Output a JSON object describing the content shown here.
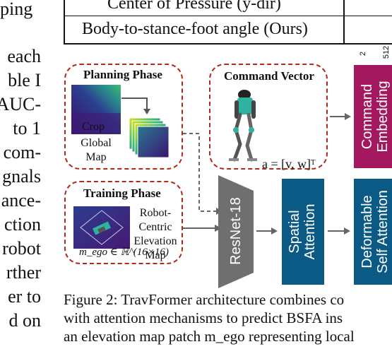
{
  "left_column_fragments": [
    "ping",
    "each",
    "ble I",
    "AUC-",
    "to 1",
    "com-",
    "gnals",
    "ance-",
    "ction",
    "robot",
    "rther",
    "er to",
    "d on"
  ],
  "table": {
    "rows": [
      "Center of Pressure (y-dir)",
      "Body-to-stance-foot angle (Ours)"
    ]
  },
  "figure": {
    "planning_phase": {
      "title": "Planning Phase",
      "crop_label": "Crop",
      "global_map_label": "Global\nMap"
    },
    "command_vector": {
      "title": "Command Vector",
      "formula": "a = [v, w]ᵀ"
    },
    "training_phase": {
      "title": "Training Phase",
      "map_label": "Robot-\nCentric\nElevation\nMap",
      "formula": "m_ego ∈ ℝ^(16×16)"
    },
    "blocks": {
      "resnet": "ResNet-18",
      "spatial_attention": "Spatial\nAttention",
      "command_embedding": "Command\nEmbedding",
      "deformable_attention": "Deformable\nSelf Attention"
    },
    "dims": [
      "2",
      "512"
    ]
  },
  "caption_lines": [
    "Figure 2: TravFormer architecture combines co",
    "with attention mechanisms to predict BSFA ins",
    "an elevation map patch m_ego representing local"
  ],
  "colors": {
    "dashed_border": "#b02a1a",
    "resnet_gray": "#6f6f6f",
    "attention_blue": "#0b5a85",
    "embedding_magenta": "#a3185e"
  }
}
